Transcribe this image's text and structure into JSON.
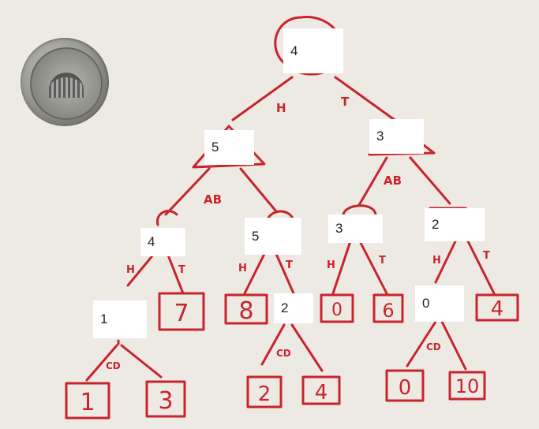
{
  "diagram": {
    "node_values": {
      "root": "4",
      "h_chance": "5",
      "t_chance": "3",
      "hab_a": "4",
      "hab_b": "5",
      "tad_a": "3",
      "tad_b": "2",
      "haah": "1",
      "habt": "2",
      "tadbh": "0"
    },
    "edge_labels": {
      "root_left": "H",
      "root_right": "T",
      "h_ab": "AB",
      "t_ab": "AB",
      "hab_a_left": "H",
      "hab_a_right": "T",
      "hab_b_left": "H",
      "hab_b_right": "T",
      "tad_a_left": "H",
      "tad_a_right": "T",
      "tad_b_left": "H",
      "tad_b_right": "T",
      "haah_cd": "CD",
      "habt_cd": "CD",
      "tadbh_cd": "CD"
    },
    "leaves": {
      "l7": "7",
      "l8": "8",
      "l0a": "0",
      "l6": "6",
      "l4a": "4",
      "l1": "1",
      "l3": "3",
      "l2": "2",
      "l4b": "4",
      "l0b": "0",
      "l10": "10"
    },
    "colors": {
      "ink": "#c8242b",
      "paper": "#edeae4",
      "box": "#ffffff"
    },
    "coin_icon": "nickel-coin"
  }
}
